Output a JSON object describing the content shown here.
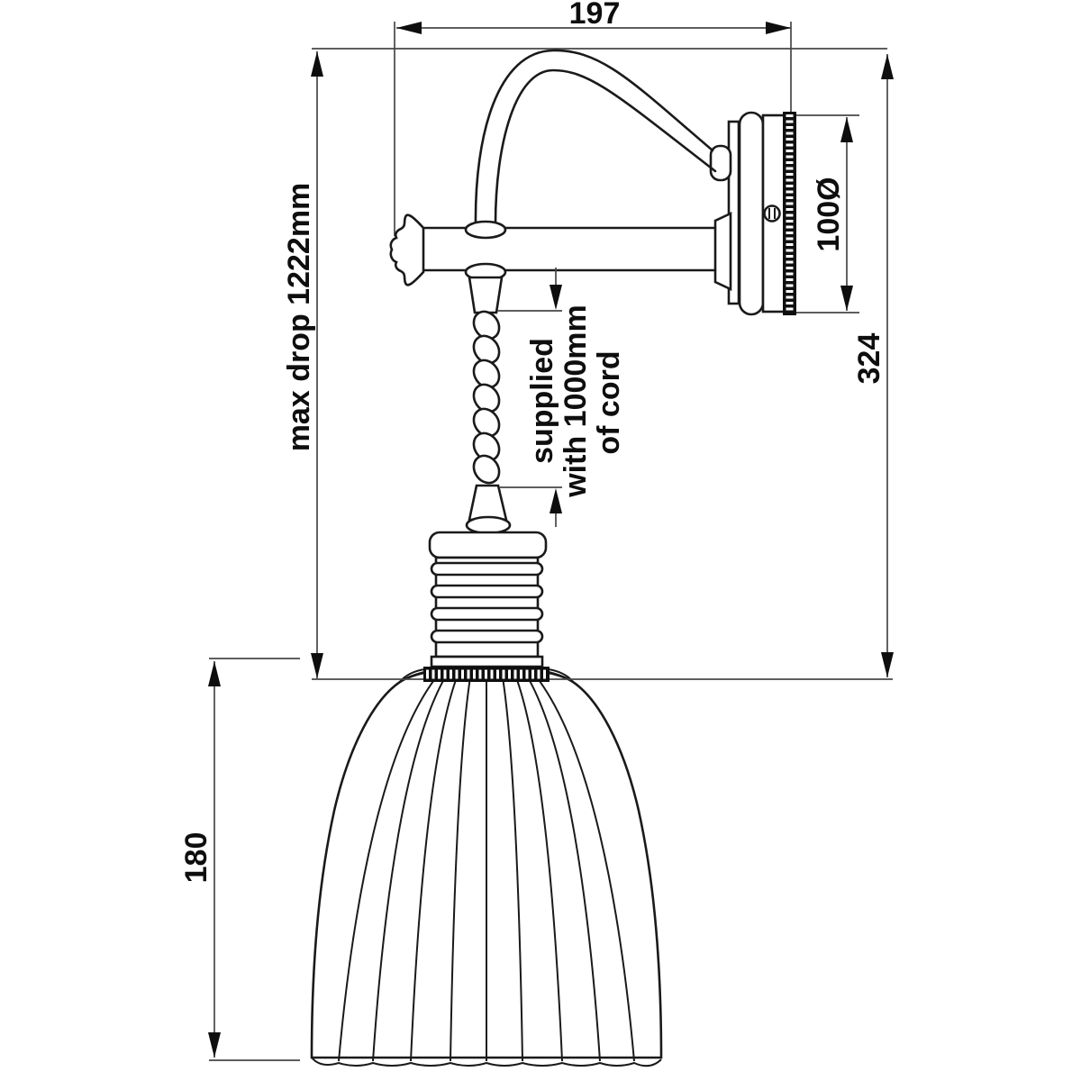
{
  "dimensions": {
    "arm_projection_mm": "197",
    "max_drop_label": "max drop 1222mm",
    "wall_to_front_mm": "324",
    "backplate_diameter": "100Ø",
    "shade_height_mm": "180",
    "cord_note": {
      "line1": "supplied",
      "line2": "with 1000mm",
      "line3": "of cord"
    }
  },
  "colors": {
    "background": "#ffffff",
    "object_line": "#1a1a1a",
    "dimension_line": "#474747",
    "text": "#0e0e0e"
  }
}
